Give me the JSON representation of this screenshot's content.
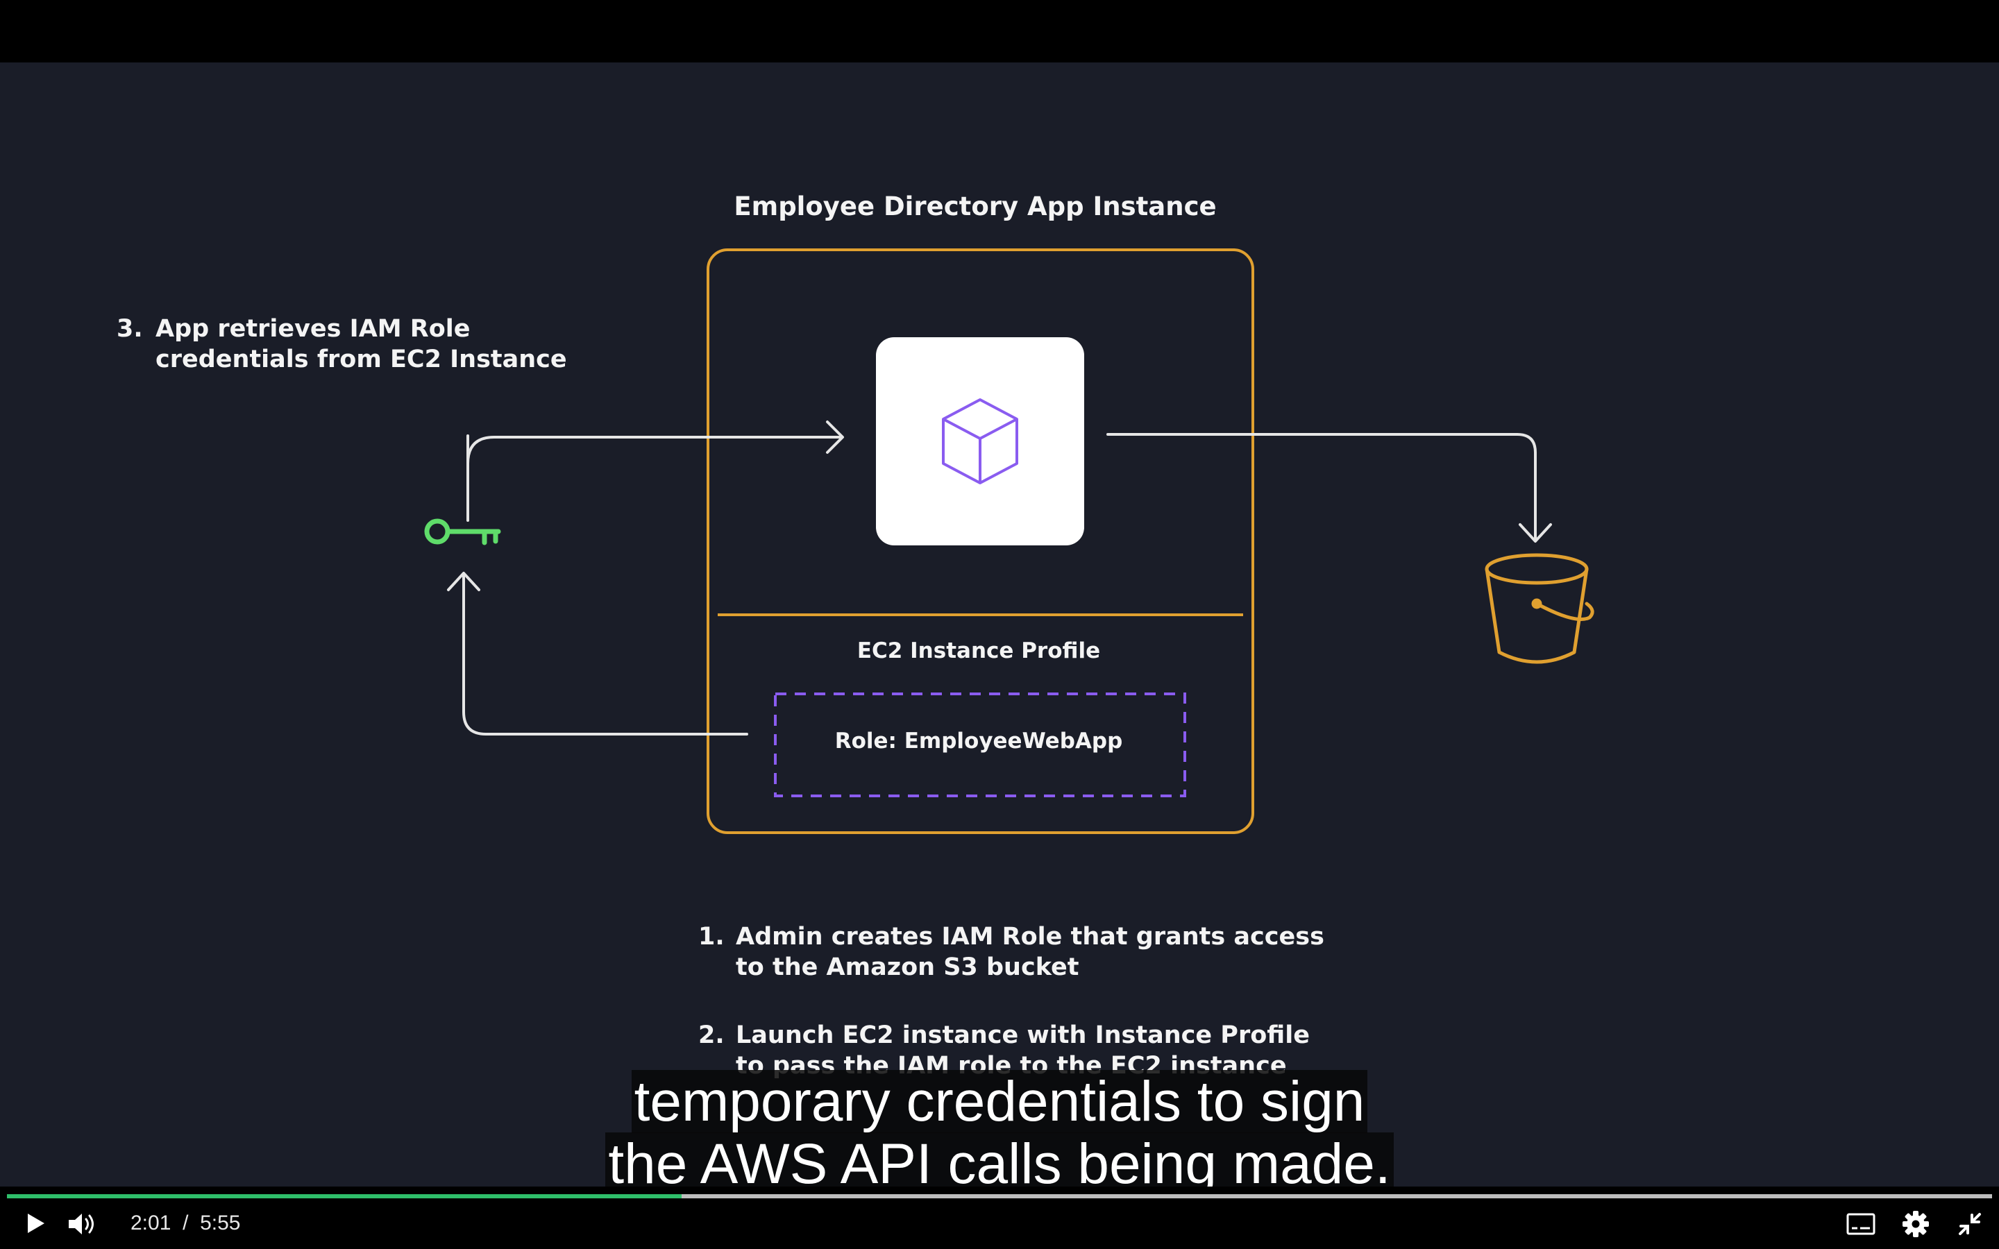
{
  "diagram": {
    "title": "Employee Directory App Instance",
    "step3": {
      "number": "3.",
      "text": "App retrieves IAM Role credentials from EC2 Instance"
    },
    "profile_label": "EC2 Instance Profile",
    "role_label": "Role: EmployeeWebApp",
    "steps": [
      {
        "number": "1.",
        "text": "Admin creates IAM Role that grants access to the Amazon S3 bucket"
      },
      {
        "number": "2.",
        "text": "Launch EC2 instance with Instance Profile to pass the IAM role to the EC2 instance"
      }
    ],
    "colors": {
      "background": "#1a1d28",
      "instance_border": "#e0a030",
      "role_border": "#8a5cf0",
      "key_icon": "#5fdc6a",
      "bucket_icon": "#e0a030",
      "ec2_icon": "#8a5cf0"
    }
  },
  "captions": [
    "temporary credentials to sign",
    "the AWS API calls being made."
  ],
  "player": {
    "current_time": "2:01",
    "separator": "/",
    "duration": "5:55",
    "progress_fraction": 0.34,
    "accent_color": "#2fbf6a",
    "icons": [
      "play-icon",
      "volume-icon",
      "captions-icon",
      "settings-icon",
      "exit-fullscreen-icon"
    ]
  }
}
